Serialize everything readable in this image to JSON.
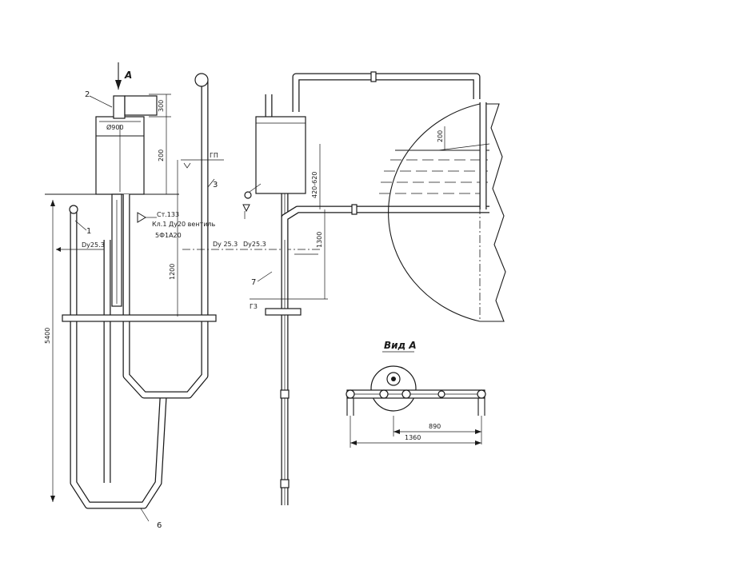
{
  "labels": {
    "view_arrow": "A",
    "pos_1": "1",
    "pos_2": "2",
    "pos_3": "3",
    "pos_6": "6",
    "pos_7": "7",
    "view_title": "Вид А"
  },
  "dimensions": {
    "top_300": "300",
    "vessel_200": "200",
    "inner_dia": "Ø900",
    "height_5400": "5400",
    "length_1200": "1200",
    "length_1300": "1300",
    "height_420_620": "420-620",
    "height_200": "200",
    "plan_890": "890",
    "plan_1360": "1360"
  },
  "notes": {
    "diam_left": "Dу25.3",
    "diam_right": "Dу25.3",
    "diam_mid": "Dу 25.3",
    "valve_note_1": "Ст.133",
    "valve_note_2": "Кл.1 Ду20 вентиль",
    "valve_note_3": "5Ф1А20",
    "level_gp": "ГП",
    "level_g3": "Г3"
  }
}
